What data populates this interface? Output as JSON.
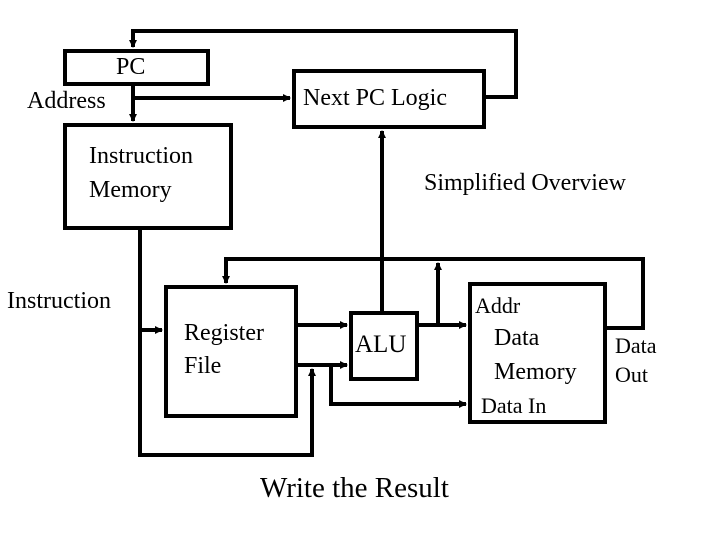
{
  "diagram": {
    "title": "Simplified Overview",
    "footer": "Write the Result",
    "stroke_color": "#000000",
    "background": "#ffffff",
    "blocks": {
      "pc": {
        "label": "PC"
      },
      "next_pc_logic": {
        "label": "Next PC Logic"
      },
      "instruction_memory": {
        "line1": "Instruction",
        "line2": "Memory"
      },
      "register_file": {
        "line1": "Register",
        "line2": "File"
      },
      "alu": {
        "label": "ALU"
      },
      "data_memory": {
        "addr": "Addr",
        "line1": "Data",
        "line2": "Memory",
        "data_in": "Data In"
      }
    },
    "signals": {
      "address": "Address",
      "instruction": "Instruction",
      "data_out_line1": "Data",
      "data_out_line2": "Out"
    },
    "connections": [
      {
        "from": "Next PC Logic",
        "to": "PC"
      },
      {
        "from": "PC",
        "to": "Instruction Memory",
        "label": "Address"
      },
      {
        "from": "PC",
        "to": "Next PC Logic",
        "label": "Address"
      },
      {
        "from": "Instruction Memory",
        "to": "Register File",
        "label": "Instruction"
      },
      {
        "from": "Register File",
        "to": "ALU"
      },
      {
        "from": "Register File",
        "to": "ALU"
      },
      {
        "from": "Register File",
        "to": "Data Memory",
        "label": "Data In"
      },
      {
        "from": "ALU",
        "to": "Next PC Logic"
      },
      {
        "from": "ALU",
        "to": "Data Memory",
        "label": "Addr"
      },
      {
        "from": "ALU",
        "to": "Register File"
      },
      {
        "from": "Data Memory",
        "to": "Register File",
        "label": "Data Out"
      },
      {
        "from": "Instruction Memory",
        "to": "Register File"
      }
    ]
  }
}
